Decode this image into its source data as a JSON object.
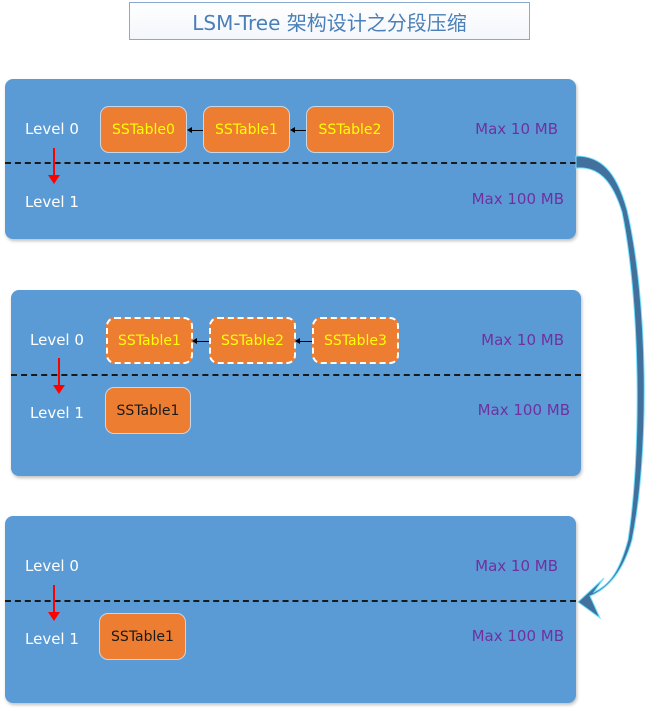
{
  "title": "LSM-Tree 架构设计之分段压缩",
  "stages": [
    {
      "level0_label": "Level 0",
      "level1_label": "Level 1",
      "max0": "Max 10 MB",
      "max1": "Max 100 MB",
      "level0_tables": [
        "SSTable0",
        "SSTable1",
        "SSTable2"
      ],
      "level1_tables": []
    },
    {
      "level0_label": "Level 0",
      "level1_label": "Level 1",
      "max0": "Max 10 MB",
      "max1": "Max 100 MB",
      "level0_tables": [
        "SSTable1",
        "SSTable2",
        "SSTable3"
      ],
      "level1_tables": [
        "SSTable1"
      ]
    },
    {
      "level0_label": "Level 0",
      "level1_label": "Level 1",
      "max0": "Max 10 MB",
      "max1": "Max 100 MB",
      "level0_tables": [],
      "level1_tables": [
        "SSTable1"
      ]
    }
  ],
  "colors": {
    "panel": "#5b9bd5",
    "sstable": "#ed7d31",
    "sstable_text": "#ffff00",
    "max_text": "#7030a0",
    "down_arrow": "#ff0000",
    "curve_arrow": "#41719c"
  }
}
